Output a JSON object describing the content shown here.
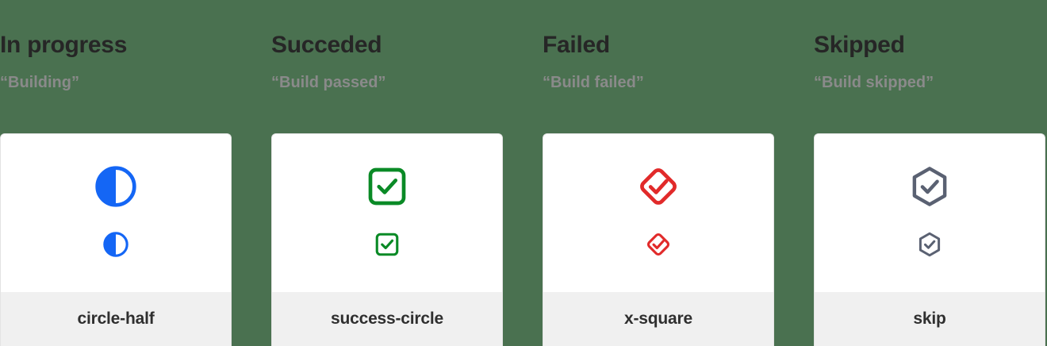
{
  "page": {
    "background_color": "#4a7150",
    "card_background": "#ffffff",
    "card_footer_background": "#f0f0f0",
    "title_color": "#262626",
    "subtitle_color": "#8a8a8a",
    "label_color": "#2f2f2f"
  },
  "columns": [
    {
      "title": "In progress",
      "subtitle": "“Building”",
      "icon_name": "circle-half-icon",
      "icon_label": "circle-half",
      "icon_color": "#1466f5"
    },
    {
      "title": "Succeded",
      "subtitle": "“Build passed”",
      "icon_name": "success-circle-icon",
      "icon_label": "success-circle",
      "icon_color": "#0a8a26"
    },
    {
      "title": "Failed",
      "subtitle": "“Build failed”",
      "icon_name": "x-square-icon",
      "icon_label": "x-square",
      "icon_color": "#e12a2a"
    },
    {
      "title": "Skipped",
      "subtitle": "“Build skipped”",
      "icon_name": "skip-icon",
      "icon_label": "skip",
      "icon_color": "#5a6172"
    }
  ]
}
